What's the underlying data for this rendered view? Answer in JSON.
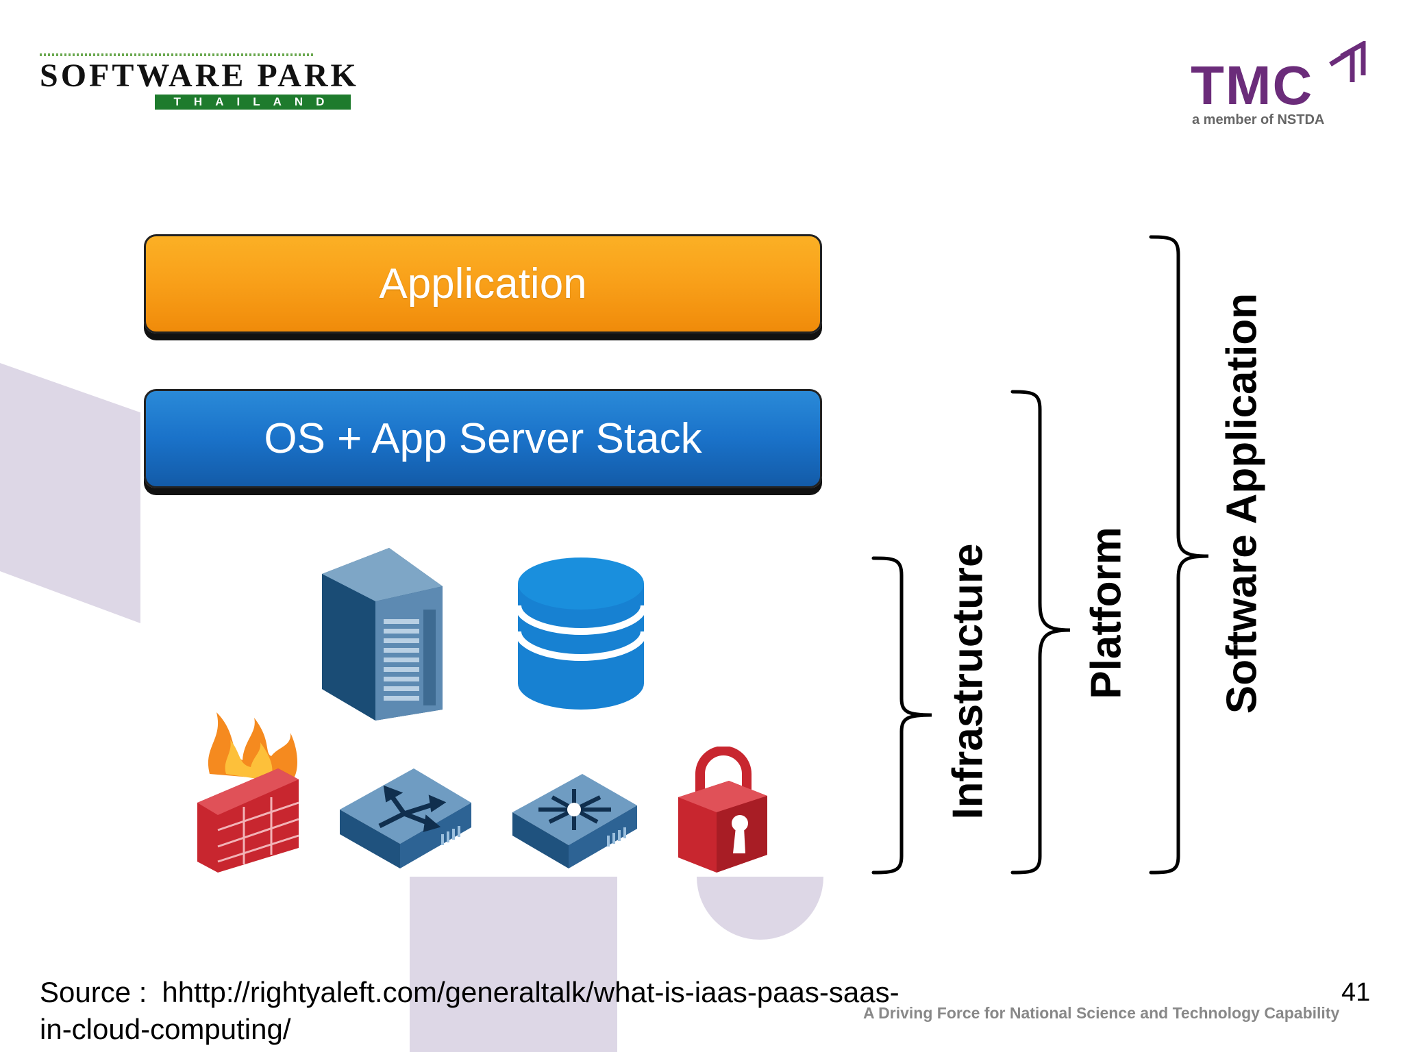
{
  "logos": {
    "software_park": {
      "line1": "SOFTWARE PARK",
      "line2": "THAILAND"
    },
    "tmc": {
      "name": "TMC",
      "subtitle": "a member of NSTDA"
    }
  },
  "stack": {
    "application": "Application",
    "os_stack": "OS + App Server Stack"
  },
  "infrastructure_icons": [
    "server-icon",
    "database-icon",
    "firewall-icon",
    "router-icon",
    "switch-icon",
    "lock-icon"
  ],
  "brackets": {
    "infrastructure": "Infrastructure",
    "platform": "Platform",
    "software_application": "Software Application"
  },
  "footer": {
    "source_label": "Source :",
    "source_url": "hhttp://rightyaleft.com/generaltalk/what-is-iaas-paas-saas-in-cloud-computing/",
    "tagline": "A Driving Force for National Science and Technology Capability",
    "page_number": "41"
  },
  "colors": {
    "application_orange": "#f9a11a",
    "os_blue": "#1a72c9",
    "tmc_purple": "#6b2c7a",
    "software_park_green": "#1e7b2d",
    "deco_lavender": "#ddd7e6"
  }
}
